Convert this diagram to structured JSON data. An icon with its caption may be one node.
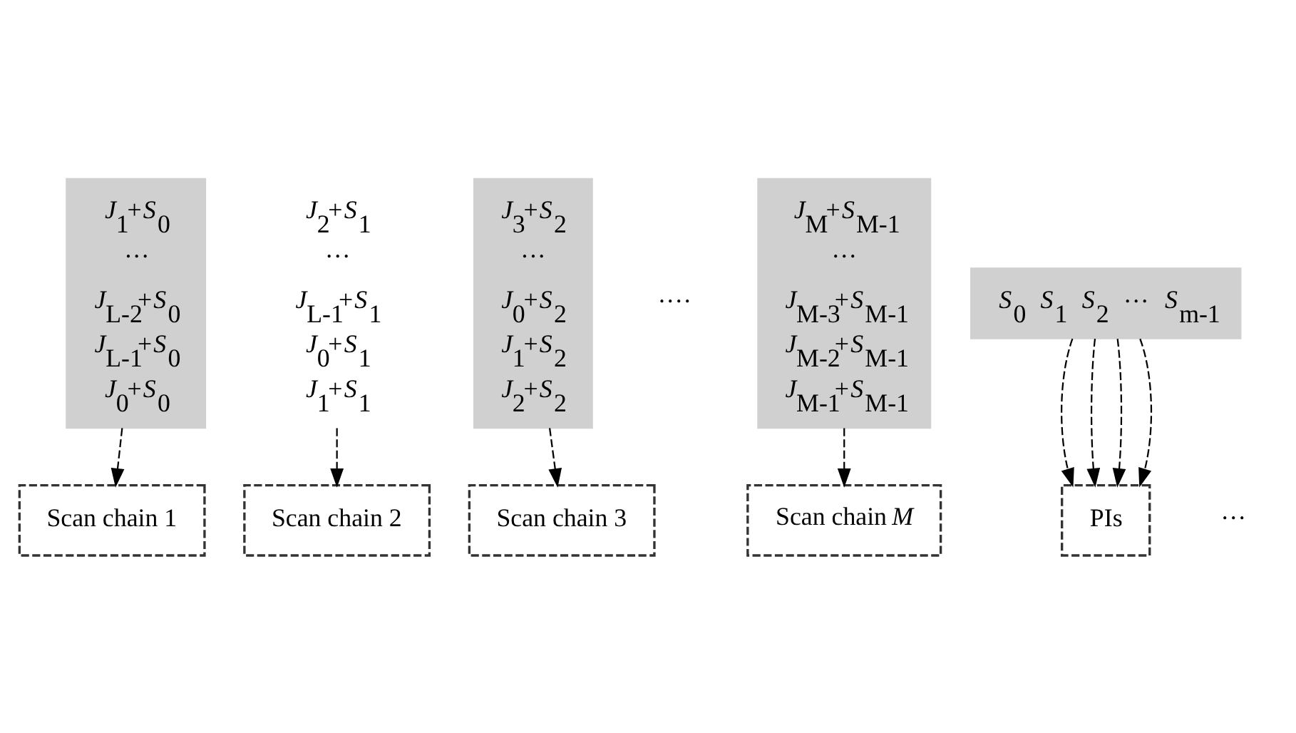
{
  "diagram": {
    "nodes": [
      {
        "text": [
          "*J*$_{1}$+*S*$_{0}$",
          "···",
          "*J*$_{L-2}$+*S*$_{0}$",
          "*J*$_{L-1}$+*S*$_{0}$",
          "*J*$_{0}$+*S*$_{0}$"
        ]
      },
      {
        "text": [
          "*J*$_{2}$+*S*$_{1}$",
          "···",
          "*J*$_{L-1}$+*S*$_{1}$",
          "*J*$_{0}$+*S*$_{1}$",
          "*J*$_{1}$+*S*$_{1}$"
        ]
      },
      {
        "text": [
          "*J*$_{3}$+*S*$_{2}$",
          "···",
          "*J*$_{0}$+*S*$_{2}$",
          "*J*$_{1}$+*S*$_{2}$",
          "*J*$_{2}$+*S*$_{2}$"
        ]
      },
      {
        "text": [
          "*J*$_{M}$+*S*$_{M-1}$",
          "···",
          "*J*$_{M-3}$+*S*$_{M-1}$",
          "*J*$_{M-2}$+*S*$_{M-1}$",
          "*J*$_{M-1}$+*S*$_{M-1}$"
        ]
      },
      {
        "text": [
          "*S*$_{0}$",
          "*S*$_{1}$",
          "*S*$_{2}$",
          "···",
          "*S*$_{m-1}$"
        ]
      },
      {
        "text": [
          "Scan chain 1"
        ]
      },
      {
        "text": [
          "Scan chain 2"
        ]
      },
      {
        "text": [
          "Scan chain 3"
        ]
      },
      {
        "text": [
          "Scan chain *M*"
        ]
      },
      {
        "text": [
          "PIs"
        ]
      }
    ],
    "edges": [
      {
        "from": 0,
        "to": 5,
        "arrow": "to",
        "style": "dashed"
      },
      {
        "from": 1,
        "to": 6,
        "arrow": "to",
        "style": "dashed"
      },
      {
        "from": 2,
        "to": 7,
        "arrow": "to",
        "style": "dashed"
      },
      {
        "from": 3,
        "to": 8,
        "arrow": "to",
        "style": "dashed"
      },
      {
        "from": 4,
        "to": 9,
        "arrow": "to",
        "style": "dashed"
      },
      {
        "from": 4,
        "to": 9,
        "arrow": "to",
        "style": "dashed"
      },
      {
        "from": 4,
        "to": 9,
        "arrow": "to",
        "style": "dashed"
      },
      {
        "from": 4,
        "to": 9,
        "arrow": "to",
        "style": "dashed"
      }
    ],
    "labels": [
      "····",
      "···"
    ]
  }
}
